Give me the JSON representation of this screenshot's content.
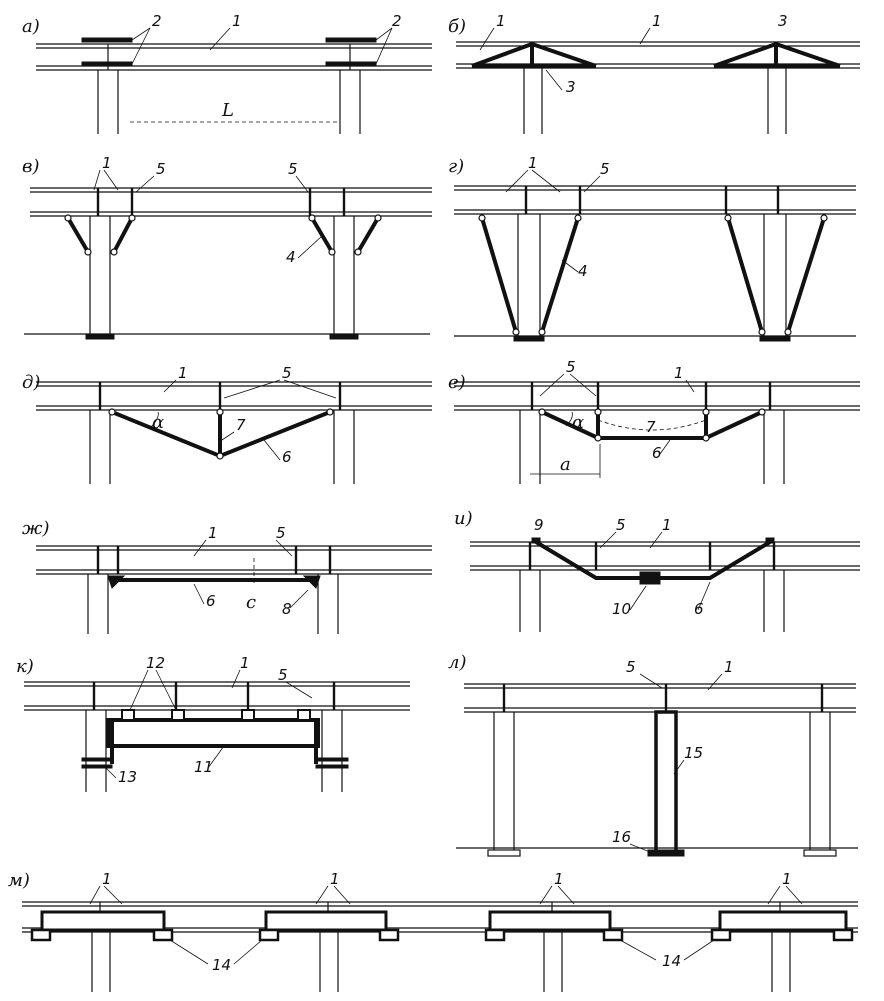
{
  "panels": [
    {
      "id": "a",
      "label": "а)"
    },
    {
      "id": "b",
      "label": "б)"
    },
    {
      "id": "v",
      "label": "в)"
    },
    {
      "id": "g",
      "label": "г)"
    },
    {
      "id": "d",
      "label": "д)"
    },
    {
      "id": "e",
      "label": "е)"
    },
    {
      "id": "zh",
      "label": "ж)"
    },
    {
      "id": "i",
      "label": "и)"
    },
    {
      "id": "k",
      "label": "к)"
    },
    {
      "id": "l",
      "label": "л)"
    },
    {
      "id": "m",
      "label": "м)"
    }
  ],
  "callouts": {
    "a": [
      "2",
      "1",
      "2",
      "L"
    ],
    "b": [
      "1",
      "1",
      "3",
      "3"
    ],
    "v": [
      "1",
      "5",
      "5",
      "4"
    ],
    "g": [
      "1",
      "5",
      "4"
    ],
    "d": [
      "1",
      "5",
      "α",
      "7",
      "6"
    ],
    "e": [
      "5",
      "1",
      "α",
      "7",
      "6",
      "a"
    ],
    "zh": [
      "1",
      "5",
      "c",
      "6",
      "8"
    ],
    "i": [
      "9",
      "5",
      "1",
      "10",
      "6"
    ],
    "k": [
      "12",
      "1",
      "5",
      "13",
      "11"
    ],
    "l": [
      "5",
      "1",
      "15",
      "16"
    ],
    "m": [
      "1",
      "1",
      "1",
      "1",
      "14",
      "14"
    ]
  }
}
